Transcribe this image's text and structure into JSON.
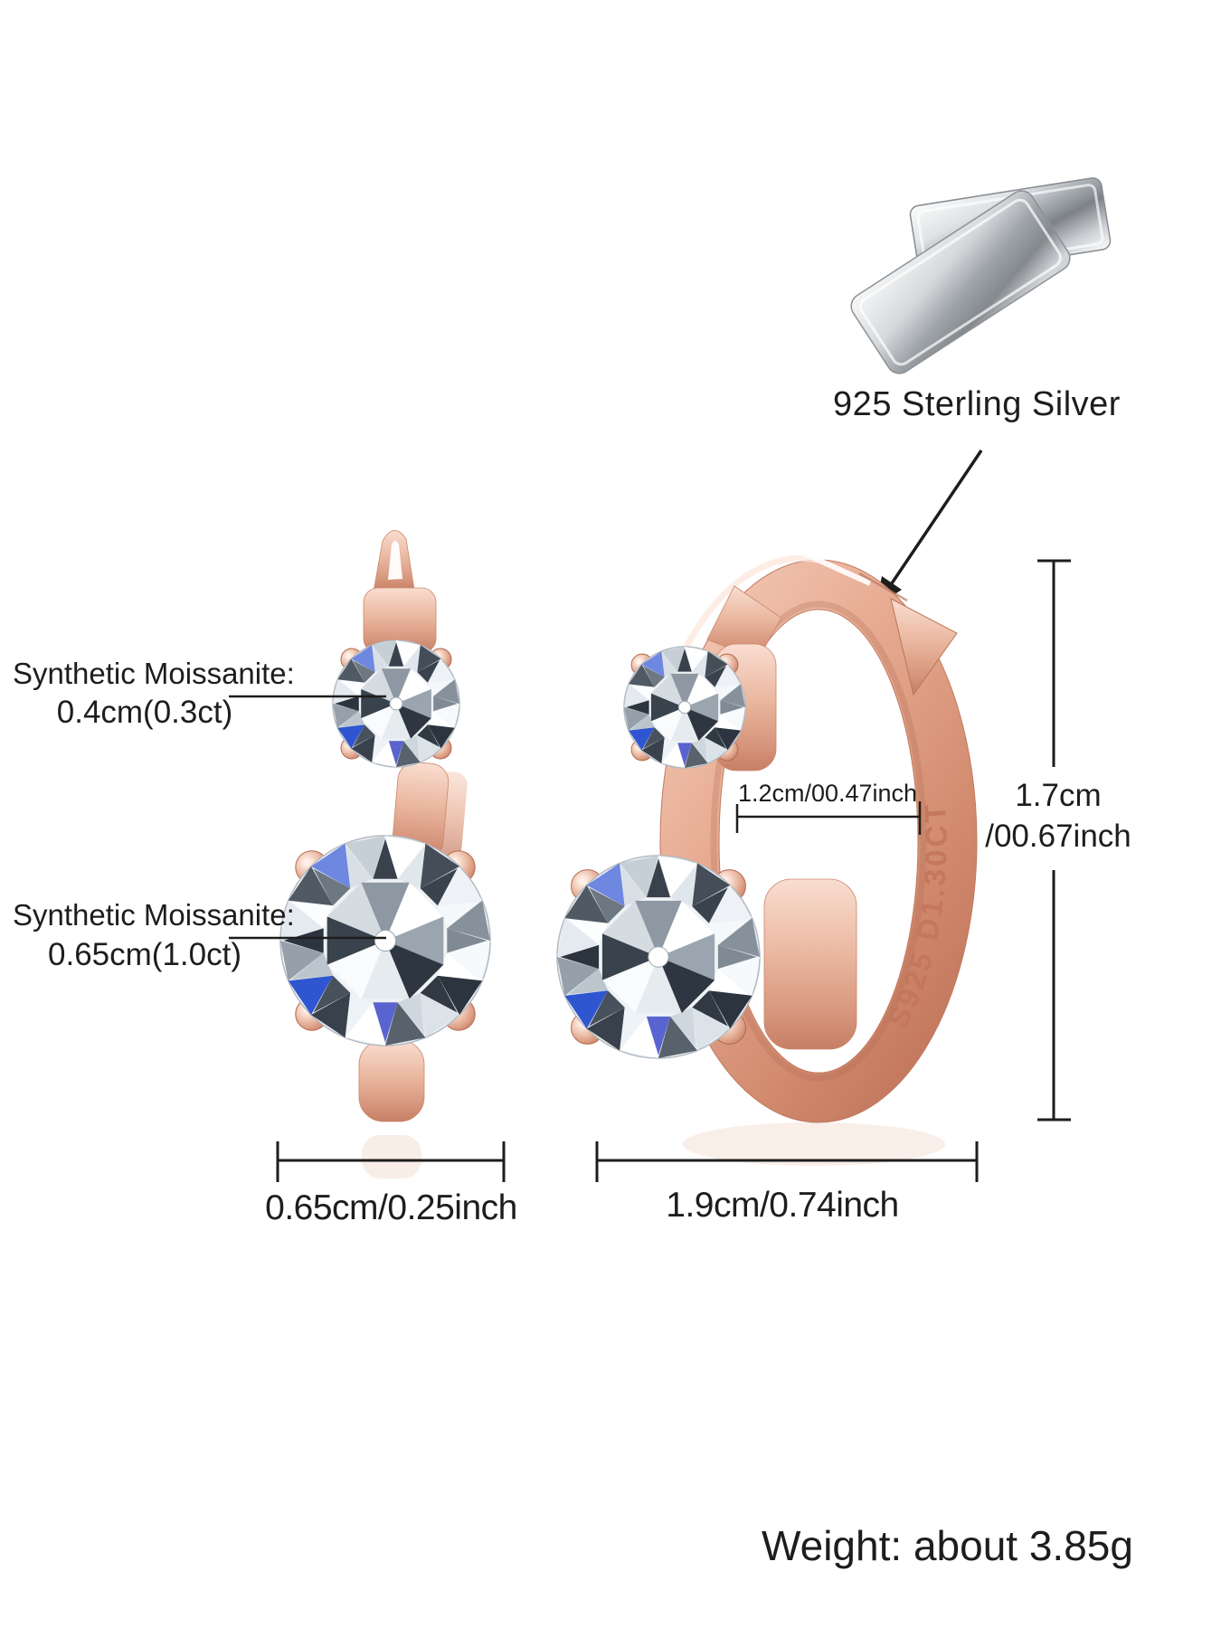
{
  "material": {
    "label": "925 Sterling Silver"
  },
  "annotations": {
    "small_stone_title": "Synthetic Moissanite:",
    "small_stone_size": "0.4cm(0.3ct)",
    "large_stone_title": "Synthetic Moissanite:",
    "large_stone_size": "0.65cm(1.0ct)"
  },
  "dimensions": {
    "inner_width": "1.2cm/00.47inch",
    "height_cm": "1.7cm",
    "height_inch": "/00.67inch",
    "left_earring_width": "0.65cm/0.25inch",
    "hoop_width": "1.9cm/0.74inch"
  },
  "engraving": {
    "text": "S925 D1.30CT"
  },
  "weight": {
    "label": "Weight: about 3.85g"
  },
  "colors": {
    "background": "#ffffff",
    "ink": "#1d1d1d",
    "rose_gold": "#e2a88e",
    "rose_gold_deep": "#c67f64",
    "rose_gold_highlight": "#f9ddd0",
    "silver": "#c9ccd0",
    "gem_dark_facet": "#2c353f",
    "gem_blue_flash": "#2f55d0"
  }
}
